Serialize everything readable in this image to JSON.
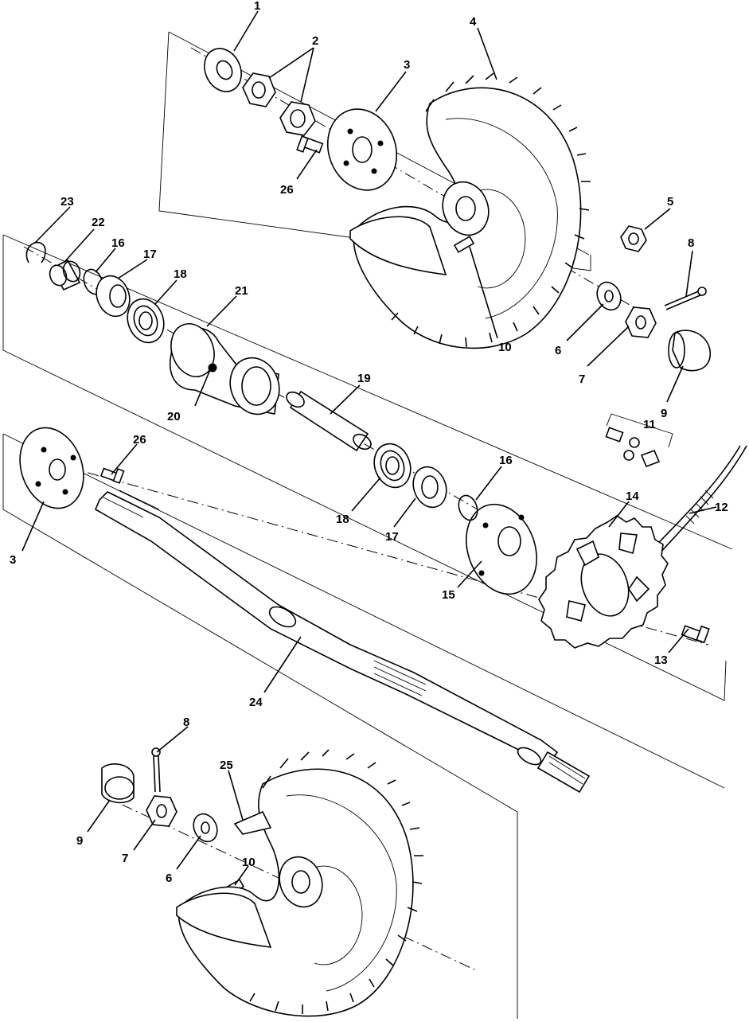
{
  "callouts": [
    {
      "id": "c1",
      "text": "1"
    },
    {
      "id": "c2",
      "text": "2"
    },
    {
      "id": "c3a",
      "text": "3"
    },
    {
      "id": "c3b",
      "text": "3"
    },
    {
      "id": "c4",
      "text": "4"
    },
    {
      "id": "c5",
      "text": "5"
    },
    {
      "id": "c6a",
      "text": "6"
    },
    {
      "id": "c6b",
      "text": "6"
    },
    {
      "id": "c7a",
      "text": "7"
    },
    {
      "id": "c7b",
      "text": "7"
    },
    {
      "id": "c8a",
      "text": "8"
    },
    {
      "id": "c8b",
      "text": "8"
    },
    {
      "id": "c9a",
      "text": "9"
    },
    {
      "id": "c9b",
      "text": "9"
    },
    {
      "id": "c10a",
      "text": "10"
    },
    {
      "id": "c10b",
      "text": "10"
    },
    {
      "id": "c11",
      "text": "11"
    },
    {
      "id": "c12",
      "text": "12"
    },
    {
      "id": "c13",
      "text": "13"
    },
    {
      "id": "c14",
      "text": "14"
    },
    {
      "id": "c15",
      "text": "15"
    },
    {
      "id": "c16a",
      "text": "16"
    },
    {
      "id": "c16b",
      "text": "16"
    },
    {
      "id": "c17a",
      "text": "17"
    },
    {
      "id": "c17b",
      "text": "17"
    },
    {
      "id": "c18a",
      "text": "18"
    },
    {
      "id": "c18b",
      "text": "18"
    },
    {
      "id": "c19",
      "text": "19"
    },
    {
      "id": "c20",
      "text": "20"
    },
    {
      "id": "c21",
      "text": "21"
    },
    {
      "id": "c22",
      "text": "22"
    },
    {
      "id": "c23",
      "text": "23"
    },
    {
      "id": "c24",
      "text": "24"
    },
    {
      "id": "c25",
      "text": "25"
    },
    {
      "id": "c26a",
      "text": "26"
    },
    {
      "id": "c26b",
      "text": "26"
    }
  ]
}
